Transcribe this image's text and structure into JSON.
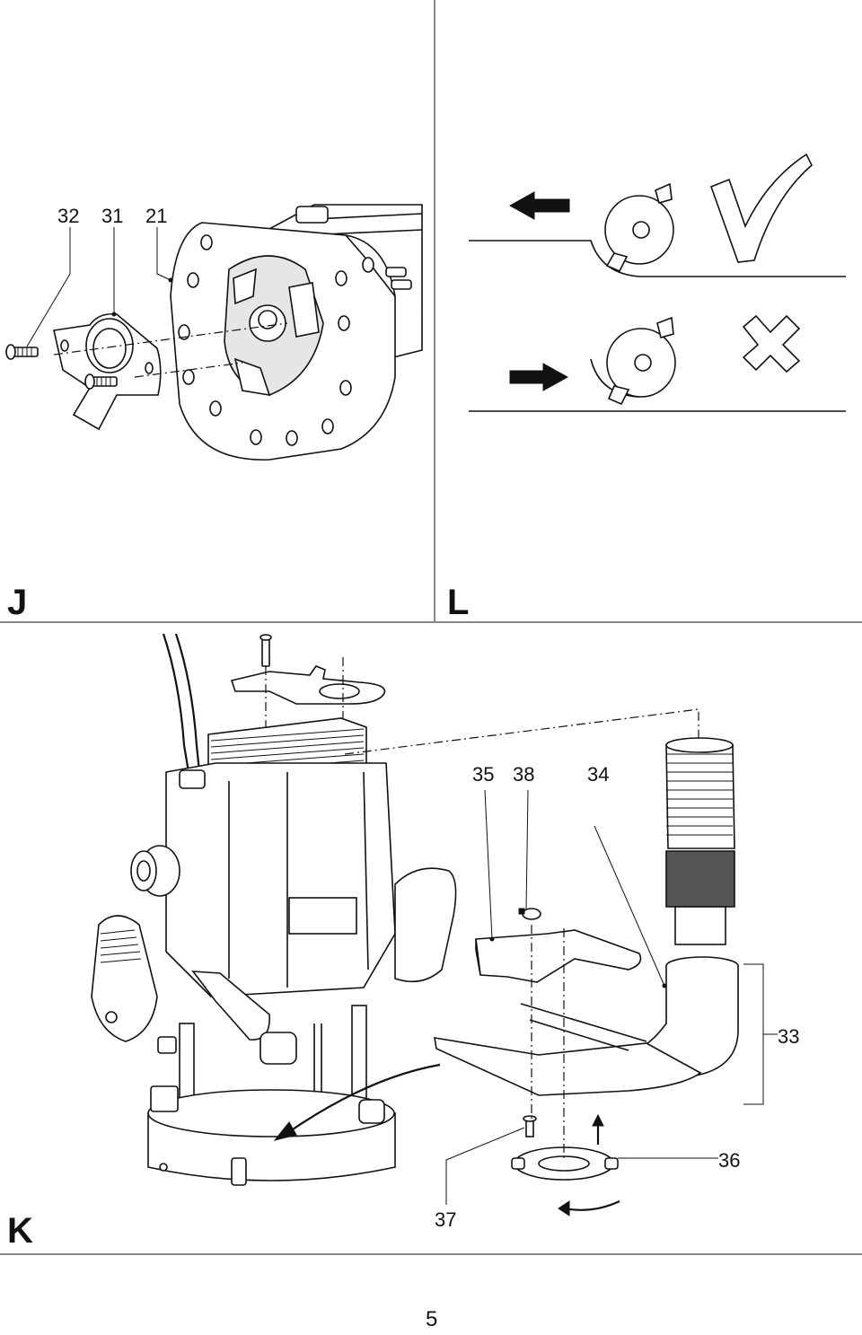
{
  "panels": {
    "J": {
      "letter": "J",
      "callouts": [
        "32",
        "31",
        "21"
      ]
    },
    "L": {
      "letter": "L",
      "icons": [
        "check-icon",
        "cross-icon"
      ]
    },
    "K": {
      "letter": "K",
      "callouts": [
        "35",
        "38",
        "34",
        "33",
        "36",
        "37"
      ]
    }
  },
  "page_number": "5"
}
